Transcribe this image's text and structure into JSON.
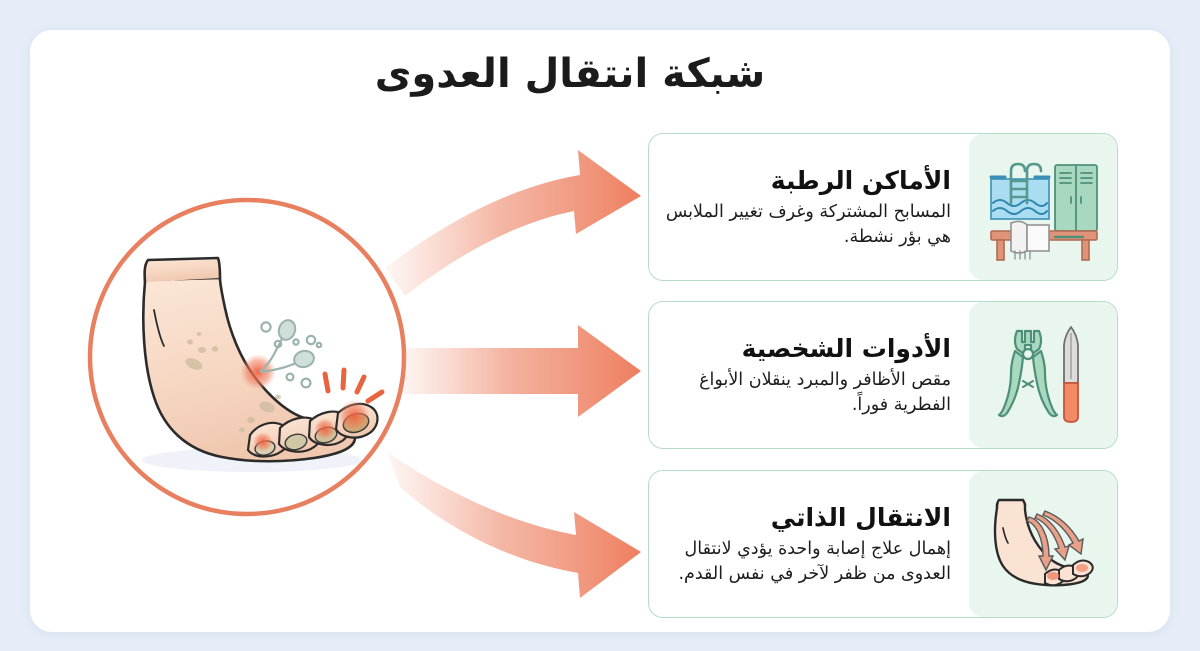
{
  "page": {
    "title": "شبكة انتقال العدوى",
    "background_color": "#e6edf8",
    "card_color": "#ffffff"
  },
  "colors": {
    "accent_coral": "#ef8a6c",
    "accent_coral_dark": "#e8705a",
    "circle_ring": "#e8805f",
    "card_border": "#b7dcc8",
    "icon_bg": "#e9f6ee",
    "icon_green": "#8fc9ae",
    "icon_green_dark": "#4f8f78",
    "water_blue": "#a9ddf2",
    "skin": "#f7ddcb",
    "text_dark": "#111111"
  },
  "illustration": {
    "name": "infected-foot-in-circle",
    "description": "قدم مصابة بالفطريات داخل دائرة برتقالية",
    "elements": [
      "foot",
      "fungal-spores",
      "inflamed-toenails",
      "pain-lines",
      "circle-ring"
    ]
  },
  "arrows": [
    {
      "id": "arrow-to-card-1",
      "shape": "curve-up",
      "color": "#ef8a6c"
    },
    {
      "id": "arrow-to-card-2",
      "shape": "straight",
      "color": "#ef8a6c"
    },
    {
      "id": "arrow-to-card-3",
      "shape": "curve-down",
      "color": "#ef8a6c"
    }
  ],
  "cards": [
    {
      "icon": "pool-lockers-towel-icon",
      "title": "الأماكن الرطبة",
      "body": "المسابح المشتركة وغرف تغيير الملابس هي بؤر نشطة."
    },
    {
      "icon": "nail-clipper-file-icon",
      "title": "الأدوات الشخصية",
      "body": "مقص الأظافر والمبرد ينقلان الأبواغ الفطرية فوراً."
    },
    {
      "icon": "foot-self-spread-icon",
      "title": "الانتقال الذاتي",
      "body": "إهمال علاج إصابة واحدة يؤدي لانتقال العدوى من ظفر لآخر في نفس القدم."
    }
  ]
}
